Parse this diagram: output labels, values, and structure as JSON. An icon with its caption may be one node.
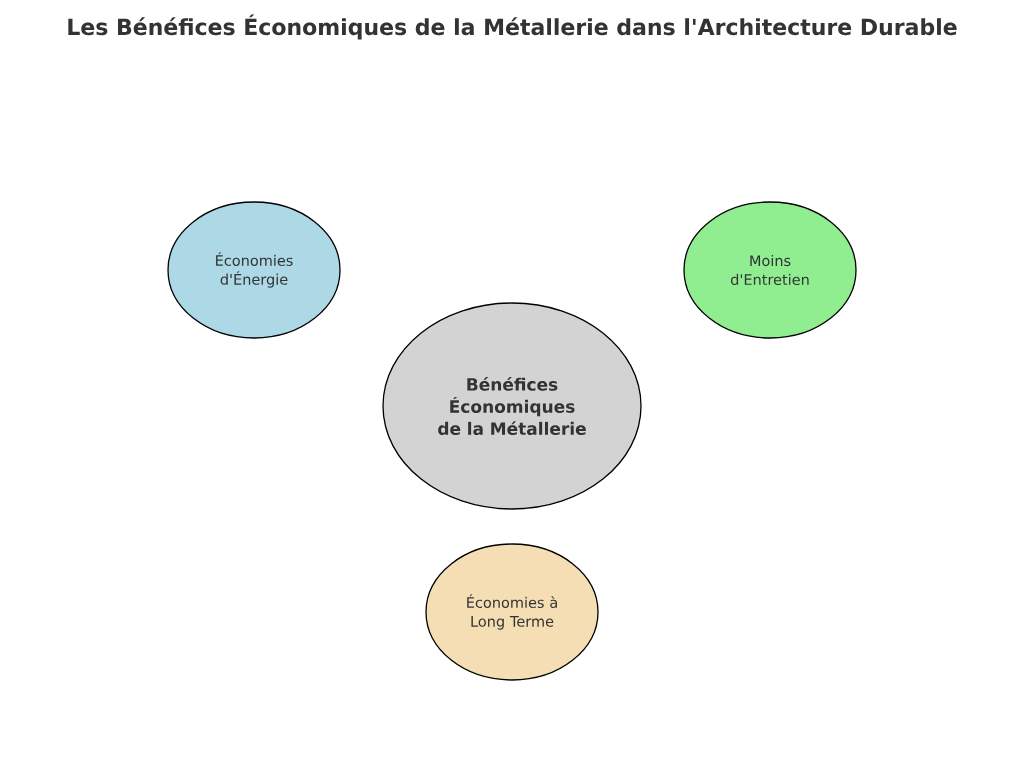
{
  "diagram": {
    "title": "Les Bénéfices Économiques de la Métallerie dans l'Architecture Durable",
    "nodes": [
      {
        "text": [
          "Bénéfices Économiques de la Métallerie"
        ]
      },
      {
        "text": [
          "Économies d'Énergie"
        ]
      },
      {
        "text": [
          "Moins d'Entretien"
        ]
      },
      {
        "text": [
          "Économies à Long Terme"
        ]
      }
    ],
    "edges": []
  }
}
